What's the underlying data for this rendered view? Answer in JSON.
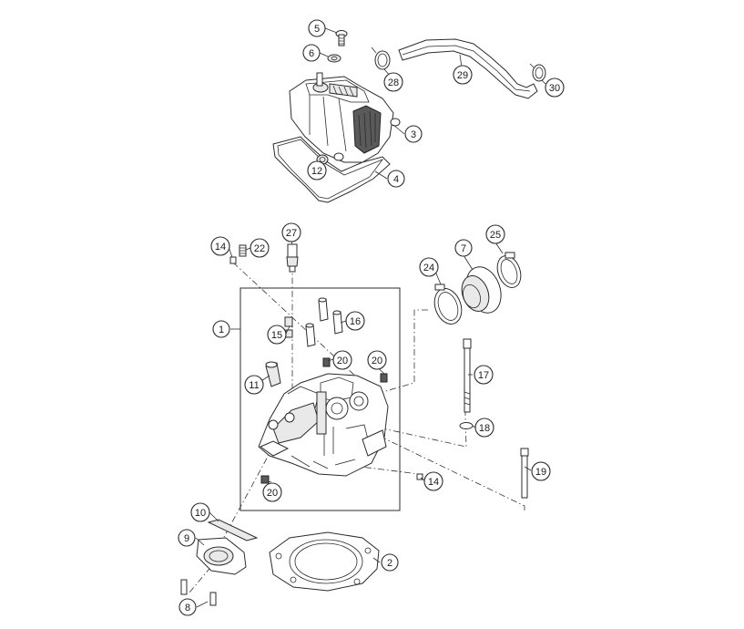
{
  "diagram": {
    "callout_labels": [
      "1",
      "2",
      "3",
      "4",
      "5",
      "6",
      "7",
      "8",
      "9",
      "10",
      "11",
      "12",
      "14",
      "14",
      "15",
      "16",
      "17",
      "18",
      "19",
      "20",
      "20",
      "20",
      "22",
      "24",
      "25",
      "27",
      "28",
      "29",
      "30"
    ],
    "colors": {
      "line": "#2b2b2b",
      "background": "#ffffff",
      "part_fill": "#e9e9e9"
    }
  }
}
